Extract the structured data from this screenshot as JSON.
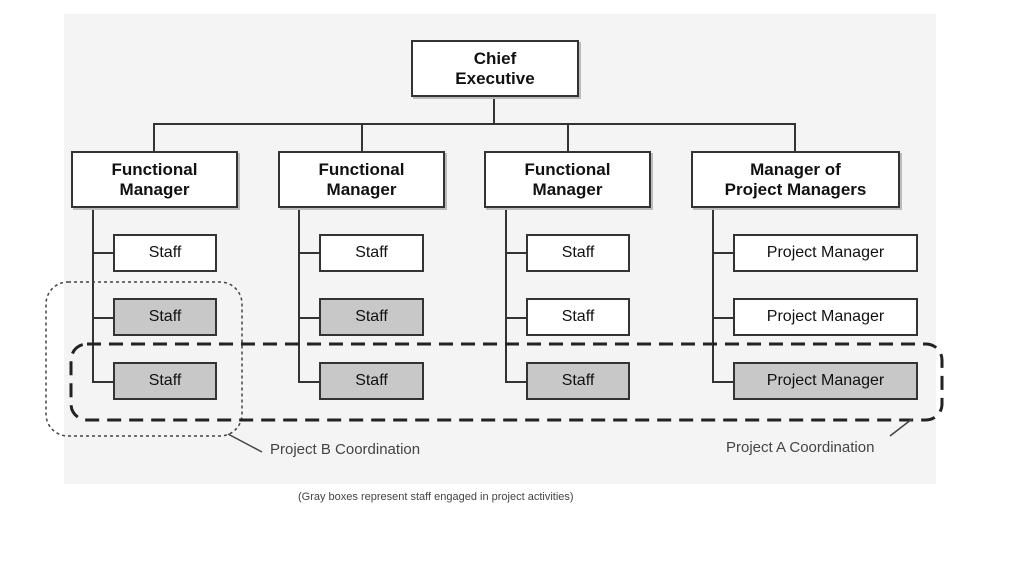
{
  "chief": {
    "label": "Chief\nExecutive"
  },
  "managers": [
    {
      "label": "Functional\nManager"
    },
    {
      "label": "Functional\nManager"
    },
    {
      "label": "Functional\nManager"
    },
    {
      "label": "Manager of\nProject Managers"
    }
  ],
  "columns": [
    [
      {
        "label": "Staff",
        "gray": false
      },
      {
        "label": "Staff",
        "gray": true
      },
      {
        "label": "Staff",
        "gray": true
      }
    ],
    [
      {
        "label": "Staff",
        "gray": false
      },
      {
        "label": "Staff",
        "gray": true
      },
      {
        "label": "Staff",
        "gray": true
      }
    ],
    [
      {
        "label": "Staff",
        "gray": false
      },
      {
        "label": "Staff",
        "gray": false
      },
      {
        "label": "Staff",
        "gray": true
      }
    ],
    [
      {
        "label": "Project Manager",
        "gray": false
      },
      {
        "label": "Project Manager",
        "gray": false
      },
      {
        "label": "Project Manager",
        "gray": true
      }
    ]
  ],
  "callouts": {
    "project_b": "Project B Coordination",
    "project_a": "Project A Coordination"
  },
  "note": "(Gray boxes represent staff engaged in project activities)",
  "colors": {
    "gray_box": "#c8c8c8",
    "line": "#333333"
  }
}
